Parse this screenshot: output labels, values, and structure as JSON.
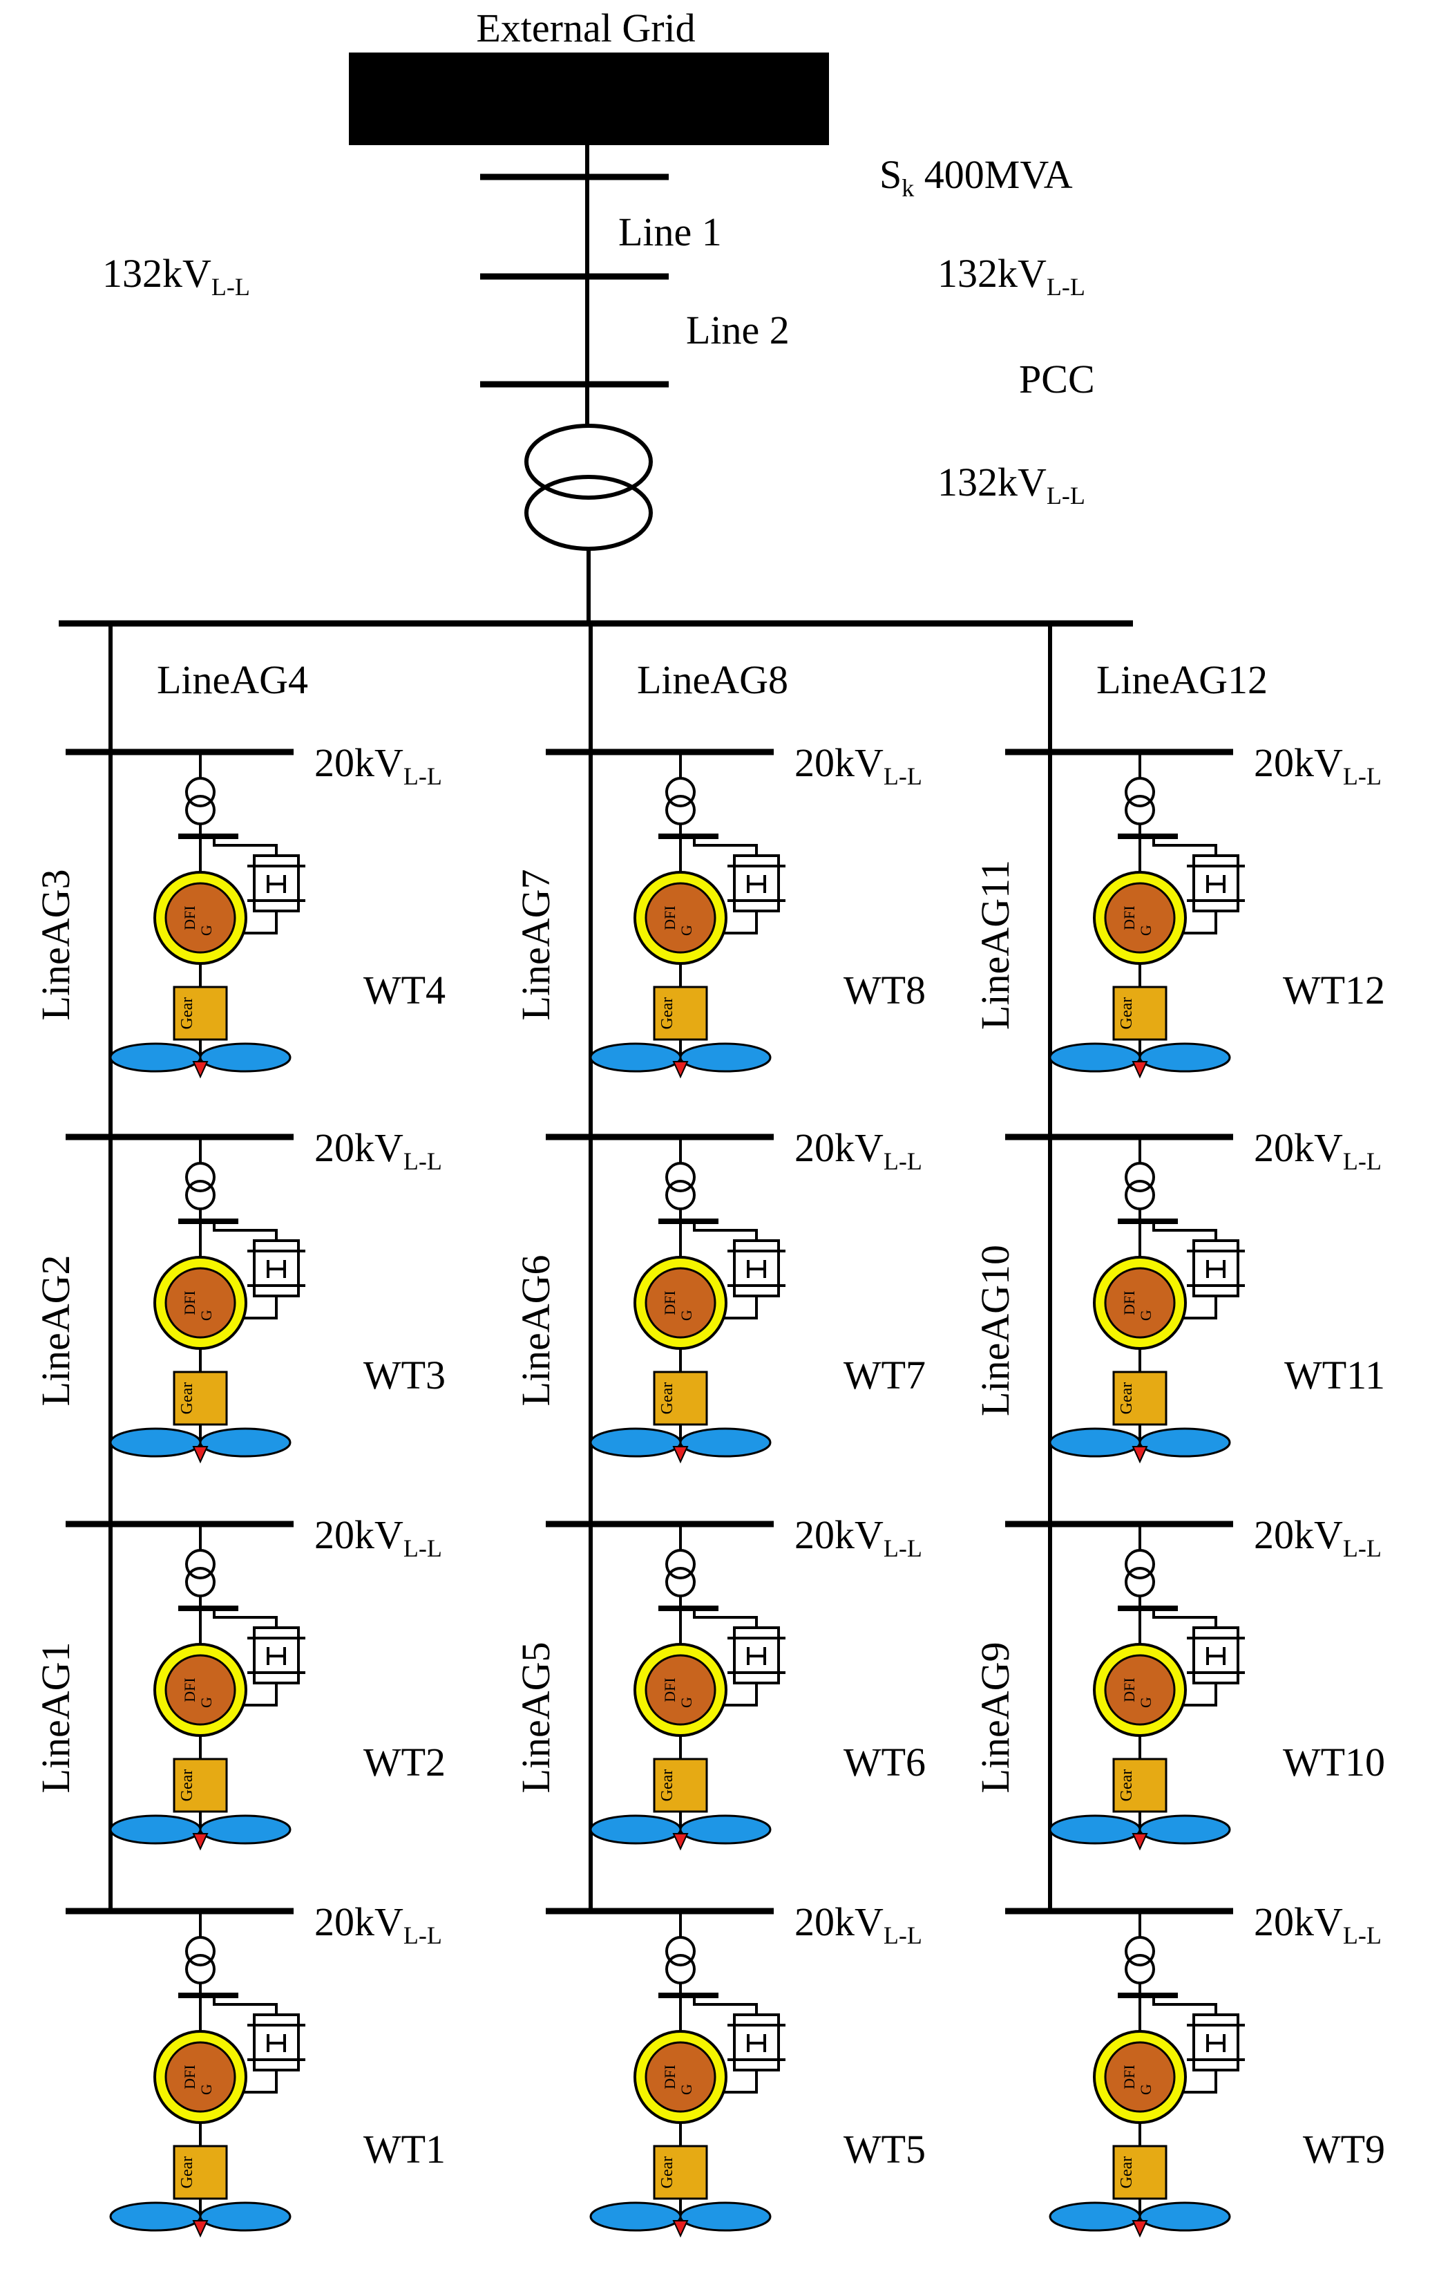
{
  "grid": {
    "title": "External Grid",
    "sk_base": "S",
    "sk_sub": "k",
    "sk_value": " 400MVA",
    "line1": "Line 1",
    "line2": "Line 2",
    "pcc": "PCC"
  },
  "voltage_hv": {
    "base": "132kV",
    "sub": "L-L"
  },
  "voltage_mv": {
    "base": "20kV",
    "sub": "L-L"
  },
  "feeder_tops": [
    "LineAG4",
    "LineAG8",
    "LineAG12"
  ],
  "segments": [
    [
      "LineAG3",
      "LineAG7",
      "LineAG11"
    ],
    [
      "LineAG2",
      "LineAG6",
      "LineAG10"
    ],
    [
      "LineAG1",
      "LineAG5",
      "LineAG9"
    ]
  ],
  "turbines": [
    [
      "WT4",
      "WT8",
      "WT12"
    ],
    [
      "WT3",
      "WT7",
      "WT11"
    ],
    [
      "WT2",
      "WT6",
      "WT10"
    ],
    [
      "WT1",
      "WT5",
      "WT9"
    ]
  ],
  "turbine_parts": {
    "generator": "DFI",
    "generator_sub": "G",
    "gearbox": "Gear"
  },
  "colors": {
    "line": "#000000",
    "generator_ring": "#f5f500",
    "generator_core": "#c8641e",
    "gearbox": "#e6aa14",
    "blade": "#1e96e6",
    "hub": "#e61e1e"
  }
}
